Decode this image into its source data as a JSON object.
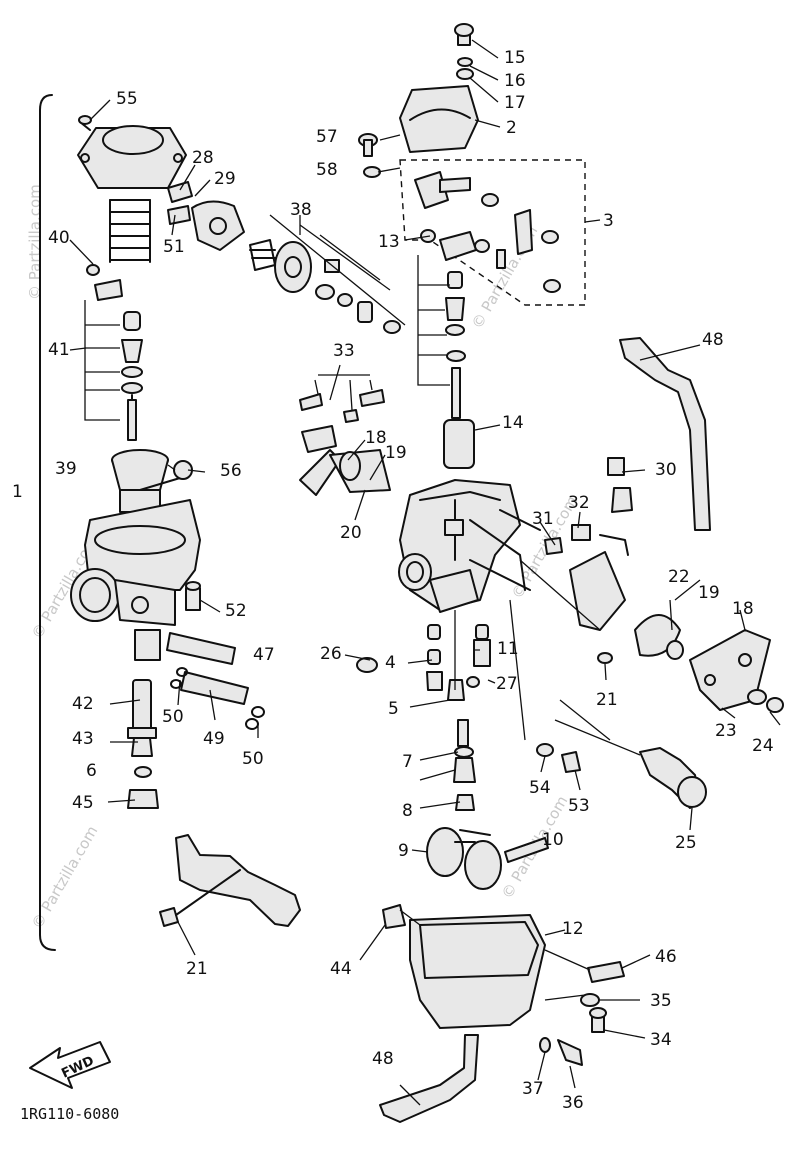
{
  "diagram": {
    "watermark": "© Partzilla.com",
    "drawing_code": "1RG110-6080",
    "fwd_label": "FWD",
    "callouts": [
      "15",
      "16",
      "17",
      "2",
      "57",
      "58",
      "3",
      "13",
      "38",
      "55",
      "28",
      "29",
      "51",
      "40",
      "41",
      "33",
      "18",
      "19",
      "20",
      "14",
      "48",
      "30",
      "32",
      "31",
      "39",
      "56",
      "1",
      "22",
      "19",
      "18",
      "52",
      "26",
      "4",
      "11",
      "47",
      "27",
      "5",
      "21",
      "23",
      "24",
      "42",
      "50",
      "43",
      "49",
      "6",
      "7",
      "54",
      "53",
      "50",
      "45",
      "8",
      "25",
      "9",
      "10",
      "12",
      "44",
      "46",
      "35",
      "21",
      "34",
      "48",
      "37",
      "36"
    ]
  }
}
